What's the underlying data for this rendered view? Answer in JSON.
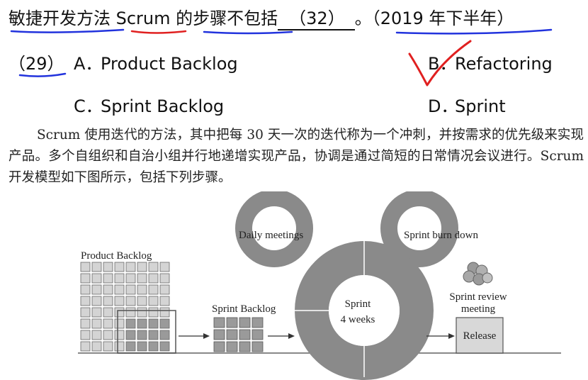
{
  "question": {
    "stem": "敏捷开发方法 Scrum 的步骤不包括",
    "blank_number": "（32）",
    "stem_end": "。",
    "year": "（2019 年下半年）",
    "number": "（29）"
  },
  "options": [
    {
      "letter": "A．",
      "text": "Product  Backlog"
    },
    {
      "letter": "B．",
      "text": "Refactoring"
    },
    {
      "letter": "C．",
      "text": "Sprint  Backlog"
    },
    {
      "letter": "D．",
      "text": "Sprint"
    }
  ],
  "explanation": "Scrum 使用迭代的方法，其中把每 30 天一次的迭代称为一个冲刺，并按需求的优先级来实现产品。多个自组织和自治小组并行地递增实现产品，协调是通过简短的日常情况会议进行。Scrum 开发模型如下图所示，包括下列步骤。",
  "diagram": {
    "product_backlog": "Product Backlog",
    "sprint_backlog": "Sprint Backlog",
    "daily_meetings": "Daily meetings",
    "sprint_burn_down": "Sprint burn down",
    "sprint": "Sprint",
    "sprint_duration": "4 weeks",
    "sprint_review_line1": "Sprint review",
    "sprint_review_line2": "meeting",
    "release": "Release"
  },
  "colors": {
    "annotation_blue": "#2233dd",
    "annotation_red": "#e02020",
    "check_red": "#e02020",
    "diagram_gray": "#8a8a8a",
    "cell_fill": "#d4d4d4",
    "cell_dark": "#9a9a9a"
  }
}
